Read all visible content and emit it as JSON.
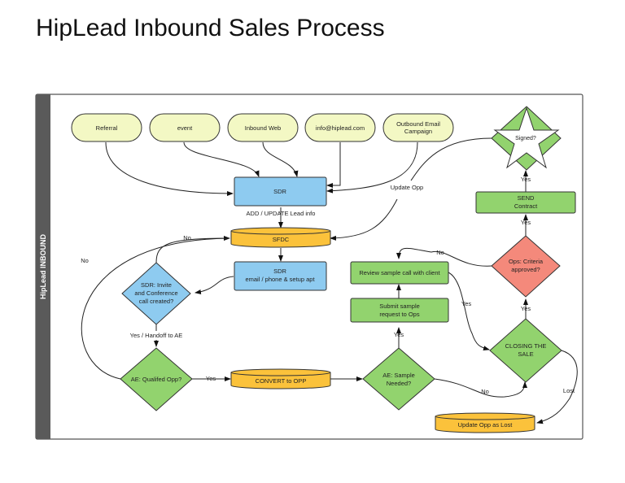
{
  "title": "HipLead Inbound Sales Process",
  "swimlane": {
    "label": "HipLead  INBOUND"
  },
  "colors": {
    "source": "#f3f8c4",
    "sdr": "#8ecbf0",
    "db": "#fbc23b",
    "green": "#92d36e",
    "red": "#f4897b",
    "lane": "#5a5a5a"
  },
  "nodes": {
    "referral": "Referral",
    "event": "event",
    "inbound_web": "Inbound Web",
    "info_email": "info@hiplead.com",
    "outbound_email": [
      "Outbound Email",
      "Campaign"
    ],
    "sdr": "SDR",
    "sfdc": "SFDC",
    "sdr_setup": [
      "SDR",
      "email / phone & setup apt"
    ],
    "sdr_invite": [
      "SDR: Invite",
      "and Conference",
      "call created?"
    ],
    "ae_qualified": "AE: Qualifed Opp?",
    "convert_opp": "CONVERT to OPP",
    "ae_sample": [
      "AE: Sample",
      "Needed?"
    ],
    "submit_sample": [
      "Submit sample",
      "request to Ops"
    ],
    "review_sample": "Review sample call with client",
    "ops_criteria": [
      "Ops: Criteria",
      "approved?"
    ],
    "closing": [
      "CLOSING THE",
      "SALE"
    ],
    "send_contract": [
      "SEND",
      "Contract"
    ],
    "signed": "Signed?",
    "update_lost": "Update Opp as Lost"
  },
  "edge_labels": {
    "add_update": "ADD / UPDATE Lead info",
    "update_opp": "Update Opp",
    "no_invite": "No",
    "no_qualified": "No",
    "yes_handoff": "Yes / Handoff to AE",
    "yes_convert": "Yes",
    "yes_sample": "Yes",
    "no_sample": "No",
    "yes_review": "Yes",
    "no_ops": "No",
    "yes_closing": "Yes",
    "yes_contract": "Yes",
    "yes_signed": "Yes",
    "lost": "Lost"
  }
}
